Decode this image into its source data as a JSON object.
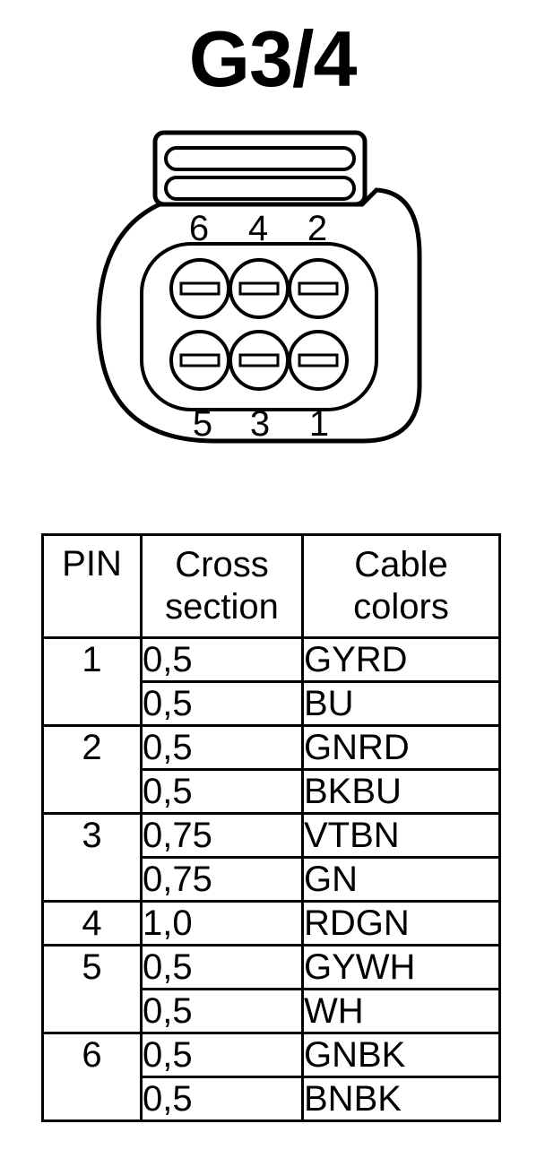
{
  "title": "G3/4",
  "connector": {
    "top_pin_labels": [
      "6",
      "4",
      "2"
    ],
    "bottom_pin_labels": [
      "5",
      "3",
      "1"
    ]
  },
  "table": {
    "headers": {
      "pin": "PIN",
      "cross_line1": "Cross",
      "cross_line2": "section",
      "colors_line1": "Cable",
      "colors_line2": "colors"
    },
    "rows": [
      {
        "pin": "1",
        "cross": "0,5",
        "color": "GYRD"
      },
      {
        "pin": "",
        "cross": "0,5",
        "color": "BU"
      },
      {
        "pin": "2",
        "cross": "0,5",
        "color": "GNRD"
      },
      {
        "pin": "",
        "cross": "0,5",
        "color": "BKBU"
      },
      {
        "pin": "3",
        "cross": "0,75",
        "color": "VTBN"
      },
      {
        "pin": "",
        "cross": "0,75",
        "color": "GN"
      },
      {
        "pin": "4",
        "cross": "1,0",
        "color": "RDGN"
      },
      {
        "pin": "5",
        "cross": "0,5",
        "color": "GYWH"
      },
      {
        "pin": "",
        "cross": "0,5",
        "color": "WH"
      },
      {
        "pin": "6",
        "cross": "0,5",
        "color": "GNBK"
      },
      {
        "pin": "",
        "cross": "0,5",
        "color": "BNBK"
      }
    ]
  }
}
